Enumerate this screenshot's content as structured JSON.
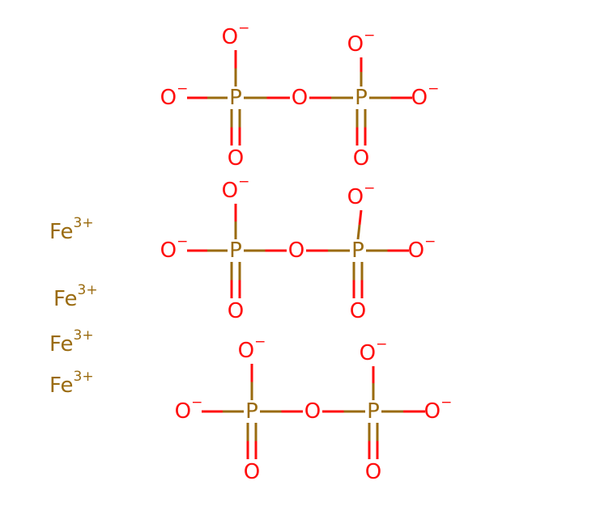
{
  "colors": {
    "oxygen": "#ff0d0d",
    "phosphorus": "#9a6b0f",
    "iron": "#9a6b0f",
    "background": "#ffffff"
  },
  "ions": [
    {
      "symbol": "Fe",
      "charge": "3+"
    },
    {
      "symbol": "Fe",
      "charge": "3+"
    },
    {
      "symbol": "Fe",
      "charge": "3+"
    },
    {
      "symbol": "Fe",
      "charge": "3+"
    }
  ],
  "pyrophosphates": [
    {
      "bridge": "O",
      "left": {
        "center": "P",
        "top": "O",
        "top_charge": "−",
        "side": "O",
        "side_charge": "−",
        "bottom": "O"
      },
      "right": {
        "center": "P",
        "top": "O",
        "top_charge": "−",
        "side": "O",
        "side_charge": "−",
        "bottom": "O"
      }
    },
    {
      "bridge": "O",
      "left": {
        "center": "P",
        "top": "O",
        "top_charge": "−",
        "side": "O",
        "side_charge": "−",
        "bottom": "O"
      },
      "right": {
        "center": "P",
        "top": "O",
        "top_charge": "−",
        "side": "O",
        "side_charge": "−",
        "bottom": "O"
      }
    },
    {
      "bridge": "O",
      "left": {
        "center": "P",
        "top": "O",
        "top_charge": "−",
        "side": "O",
        "side_charge": "−",
        "bottom": "O"
      },
      "right": {
        "center": "P",
        "top": "O",
        "top_charge": "−",
        "side": "O",
        "side_charge": "−",
        "bottom": "O"
      }
    }
  ]
}
